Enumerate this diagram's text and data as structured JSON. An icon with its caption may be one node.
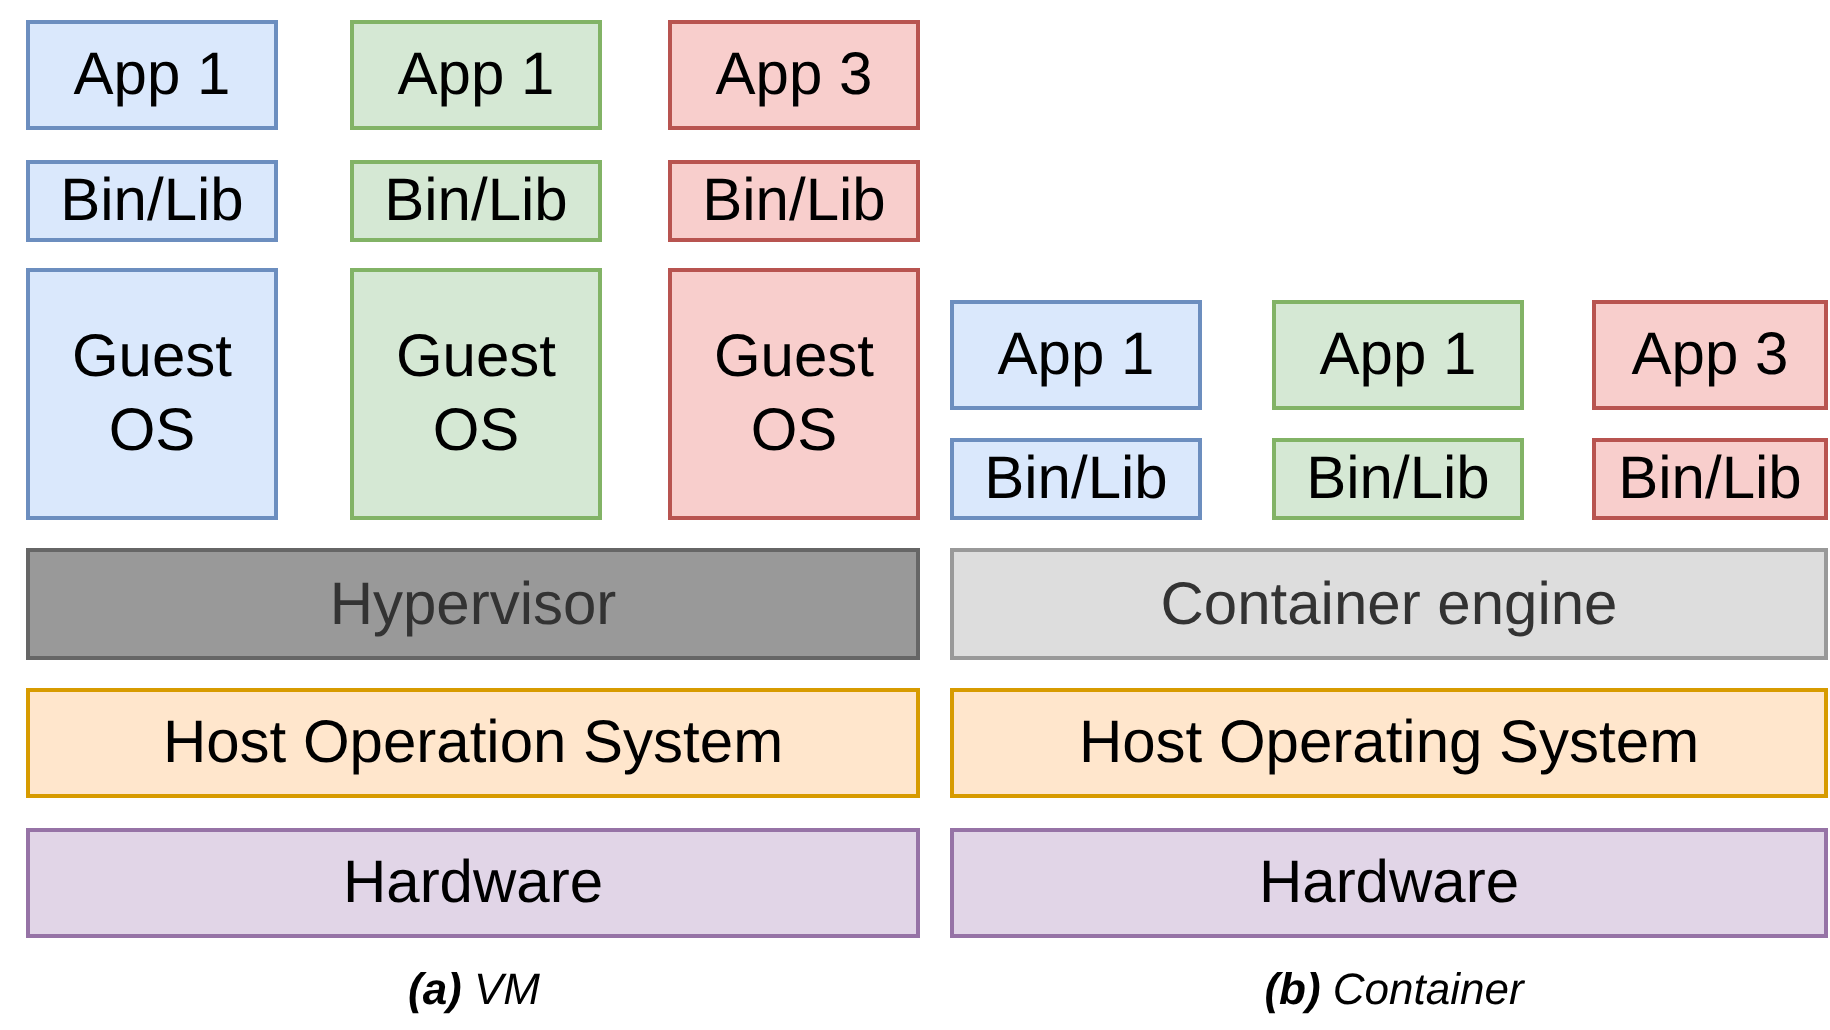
{
  "diagram": {
    "nodes": [
      {
        "text": [
          "App 1"
        ]
      },
      {
        "text": [
          "App 1"
        ]
      },
      {
        "text": [
          "App 3"
        ]
      },
      {
        "text": [
          "Bin/Lib"
        ]
      },
      {
        "text": [
          "Bin/Lib"
        ]
      },
      {
        "text": [
          "Bin/Lib"
        ]
      },
      {
        "text": [
          "Guest OS"
        ]
      },
      {
        "text": [
          "Guest OS"
        ]
      },
      {
        "text": [
          "Guest OS"
        ]
      },
      {
        "text": [
          "App 1"
        ]
      },
      {
        "text": [
          "App 1"
        ]
      },
      {
        "text": [
          "App 3"
        ]
      },
      {
        "text": [
          "Bin/Lib"
        ]
      },
      {
        "text": [
          "Bin/Lib"
        ]
      },
      {
        "text": [
          "Bin/Lib"
        ]
      },
      {
        "text": [
          "Hypervisor"
        ]
      },
      {
        "text": [
          "Container engine"
        ]
      },
      {
        "text": [
          "Host Operation System"
        ]
      },
      {
        "text": [
          "Host Operating System"
        ]
      },
      {
        "text": [
          "Hardware"
        ]
      },
      {
        "text": [
          "Hardware"
        ]
      }
    ],
    "edges": [],
    "labels": [
      "**(a)** VM",
      "**(b)** Container"
    ]
  }
}
